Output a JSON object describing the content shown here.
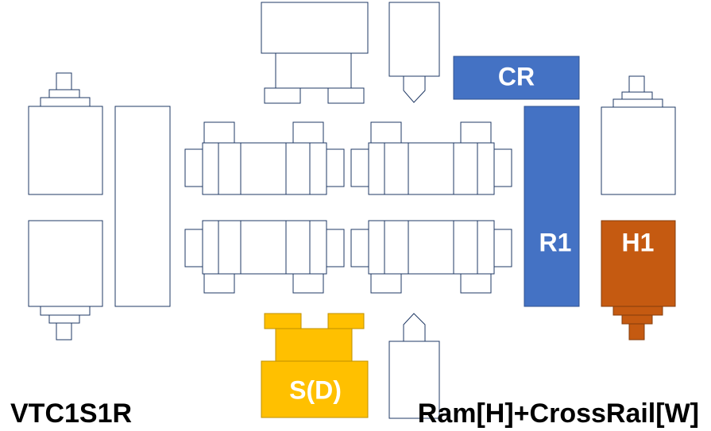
{
  "diagram": {
    "labels": {
      "cross_rail": "CR",
      "ram": "R1",
      "head": "H1",
      "spindle": "S(D)"
    },
    "captions": {
      "left": "VTC1S1R",
      "right": "Ram[H]+CrossRail[W]"
    },
    "colors": {
      "outline": "#1f3864",
      "blue": "#4472c4",
      "orange": "#c55a11",
      "yellow": "#ffc000"
    }
  }
}
